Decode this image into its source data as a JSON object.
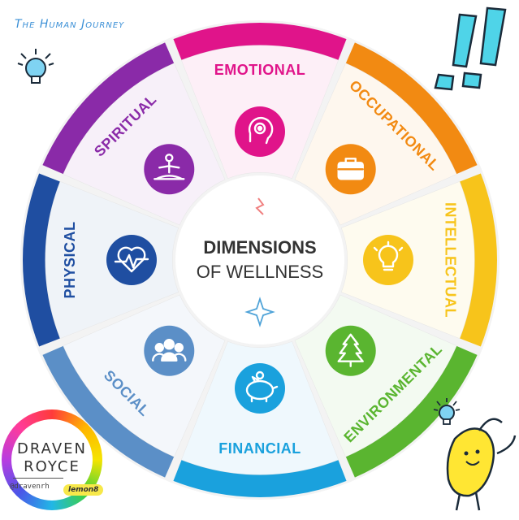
{
  "header": {
    "title": "The Human Journey"
  },
  "center": {
    "line1": "DIMENSIONS",
    "line2": "OF WELLNESS"
  },
  "segments": [
    {
      "label": "EMOTIONAL",
      "color": "#e0148a",
      "icon": "brain-head-icon"
    },
    {
      "label": "OCCUPATIONAL",
      "color": "#f28a12",
      "icon": "briefcase-icon"
    },
    {
      "label": "INTELLECTUAL",
      "color": "#f7c41b",
      "icon": "lightbulb-icon"
    },
    {
      "label": "ENVIRONMENTAL",
      "color": "#5ab530",
      "icon": "tree-icon"
    },
    {
      "label": "FINANCIAL",
      "color": "#1aa1dd",
      "icon": "piggy-bank-icon"
    },
    {
      "label": "SOCIAL",
      "color": "#5b8fc7",
      "icon": "people-group-icon"
    },
    {
      "label": "PHYSICAL",
      "color": "#1f4ea1",
      "icon": "heartbeat-icon"
    },
    {
      "label": "SPIRITUAL",
      "color": "#8a2aa8",
      "icon": "meditation-icon"
    }
  ],
  "brand": {
    "line1": "DRAVEN",
    "line2": "ROYCE",
    "handle": "@dravenrh",
    "tag": "lemon8"
  },
  "decor": {
    "exclaim_color": "#4fd4e8",
    "mascot_color": "#ffe633"
  }
}
